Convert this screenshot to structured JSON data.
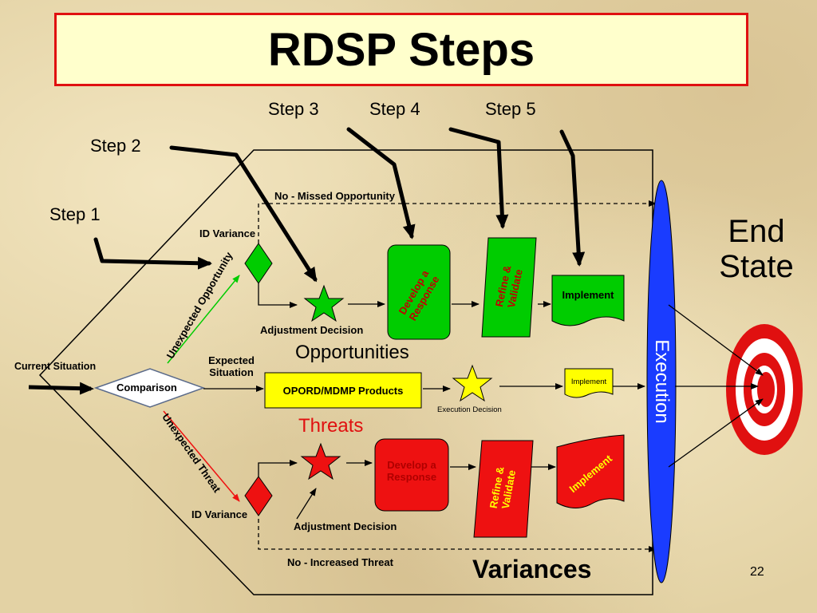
{
  "title": "RDSP Steps",
  "steps": {
    "step1": "Step 1",
    "step2": "Step 2",
    "step3": "Step 3",
    "step4": "Step 4",
    "step5": "Step 5"
  },
  "labels": {
    "no_missed_opportunity": "No - Missed Opportunity",
    "id_variance_top": "ID Variance",
    "unexpected_opportunity": "Unexpected Opportunity",
    "adjustment_decision_top": "Adjustment Decision",
    "opportunities": "Opportunities",
    "current_situation": "Current Situation",
    "comparison": "Comparison",
    "expected_situation_line1": "Expected",
    "expected_situation_line2": "Situation",
    "opord_products": "OPORD/MDMP Products",
    "execution_decision": "Execution Decision",
    "implement_mid": "Implement",
    "threats": "Threats",
    "unexpected_threat": "Unexpected Threat",
    "id_variance_bottom": "ID Variance",
    "adjustment_decision_bottom": "Adjustment Decision",
    "no_increased_threat": "No - Increased Threat",
    "variances": "Variances",
    "execution": "Execution",
    "end_state_line1": "End",
    "end_state_line2": "State",
    "page_number": "22"
  },
  "boxes": {
    "develop_response_top": "Develop a Response",
    "refine_validate_top": "Refine & Validate",
    "implement_top": "Implement",
    "develop_response_bottom_line1": "Develop a",
    "develop_response_bottom_line2": "Response",
    "refine_validate_bottom": "Refine & Validate",
    "implement_bottom": "Implement"
  },
  "colors": {
    "opportunity": "#00cc00",
    "threat": "#ee1111",
    "planned": "#ffff00",
    "execution": "#1a3cff",
    "title_border": "#e01010",
    "title_fill": "#ffffcc"
  }
}
